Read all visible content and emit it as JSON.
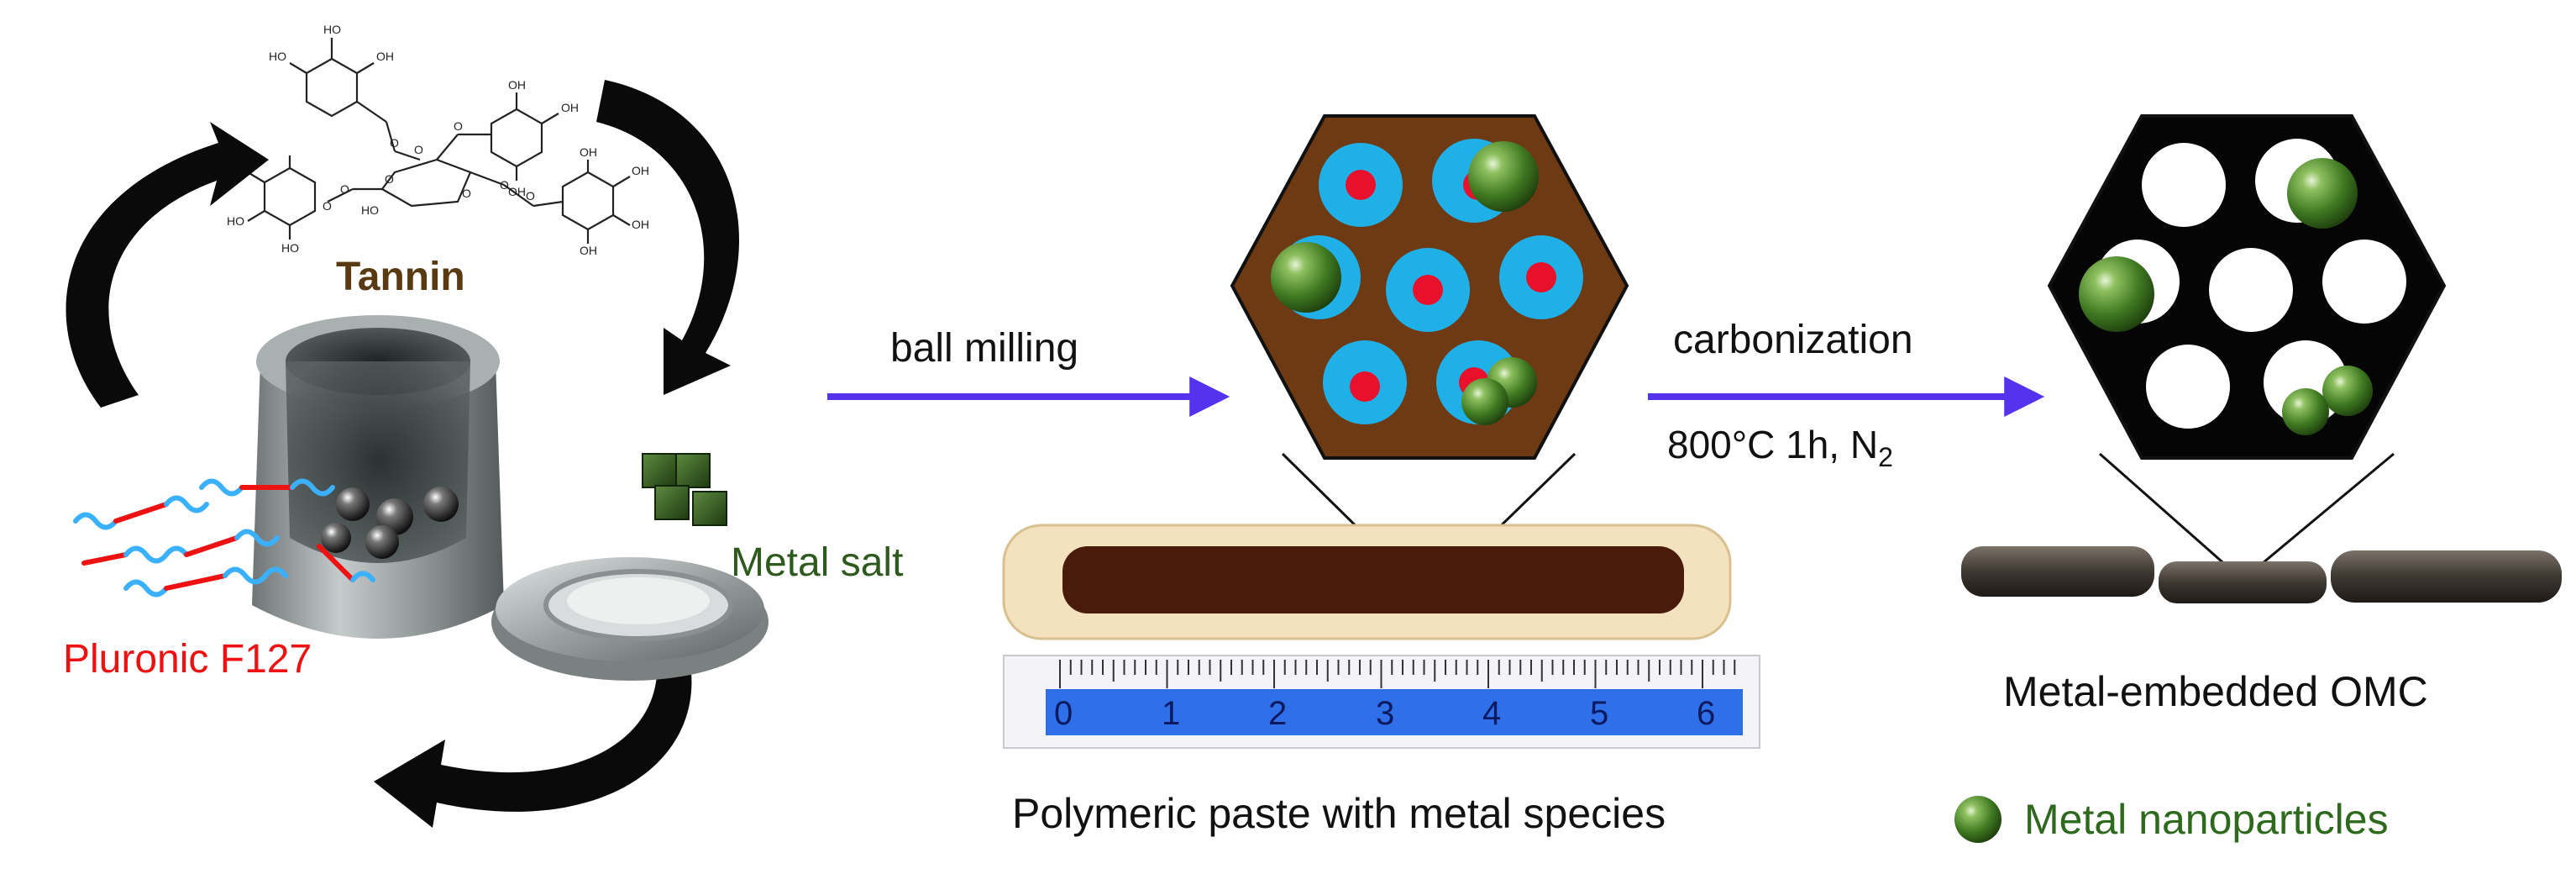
{
  "labels": {
    "tannin": "Tannin",
    "pluronic": "Pluronic F127",
    "metal_salt": "Metal salt",
    "ball_milling": "ball milling",
    "carbonization": "carbonization",
    "conditions_main": "800°C 1h, N",
    "conditions_sub": "2",
    "paste_caption": "Polymeric paste with metal species",
    "omc_caption": "Metal-embedded  OMC",
    "legend_text": "Metal nanoparticles"
  },
  "molecule": {
    "oh_labels": [
      "HO",
      "OH",
      "HO",
      "HO",
      "OH",
      "OH",
      "OH",
      "HO",
      "HO",
      "OH",
      "HO",
      "O",
      "O",
      "O",
      "O",
      "OH",
      "OH",
      "OH",
      "O",
      "O",
      "O",
      "O",
      "O"
    ]
  },
  "ruler": {
    "numbers": [
      "0",
      "1",
      "2",
      "3",
      "4",
      "5",
      "6"
    ]
  },
  "colors": {
    "arrow": "#5533ee",
    "tannin_text": "#5a3a12",
    "pluronic_text": "#ee1111",
    "metal_salt_text": "#2e5a1e",
    "legend_text": "#2e6a1e",
    "paste_brown": "#6e3a14",
    "pore_blue": "#20b0e8",
    "pore_red": "#e8102a",
    "particle_green": "#4a8a2a"
  }
}
